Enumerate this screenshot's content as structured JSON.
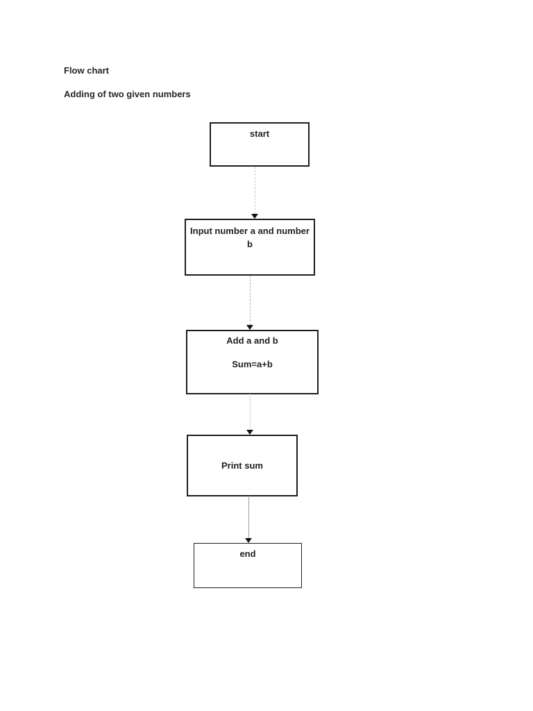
{
  "document": {
    "title": "Flow chart",
    "subtitle": "Adding of two given numbers"
  },
  "flowchart": {
    "nodes": [
      {
        "id": "start",
        "label": "start"
      },
      {
        "id": "input",
        "label": "Input number a and number\nb"
      },
      {
        "id": "add",
        "label": "Add a and b\n\nSum=a+b"
      },
      {
        "id": "print",
        "label": "Print sum"
      },
      {
        "id": "end",
        "label": "end"
      }
    ],
    "edges": [
      {
        "from": "start",
        "to": "input",
        "line_style": "dashed"
      },
      {
        "from": "input",
        "to": "add",
        "line_style": "dashed"
      },
      {
        "from": "add",
        "to": "print",
        "line_style": "solid"
      },
      {
        "from": "print",
        "to": "end",
        "line_style": "solid"
      }
    ],
    "colors": {
      "page_background": "#ffffff",
      "box_fill": "#ffffff",
      "box_border": "#1c1c1c",
      "text": "#1f1f1f",
      "connector_dashed_light": "#c9c9c9",
      "connector_dashed": "#b3b3b3",
      "connector_faint": "#dcdcdc",
      "connector_solid": "#9e9e9e",
      "arrowhead": "#141414"
    }
  }
}
